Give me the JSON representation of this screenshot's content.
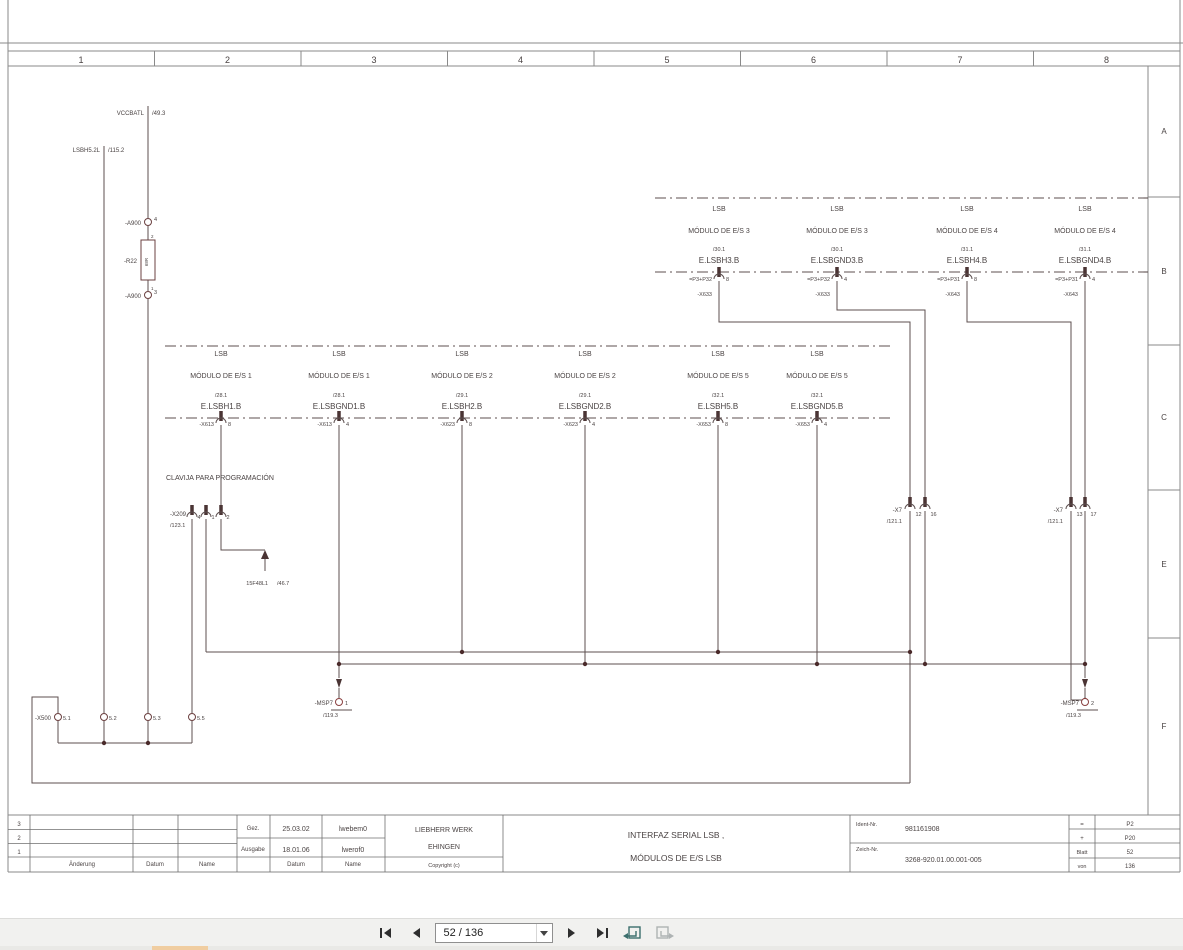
{
  "sheet": {
    "columns": [
      "1",
      "2",
      "3",
      "4",
      "5",
      "6",
      "7",
      "8"
    ],
    "rows": [
      "A",
      "B",
      "C",
      "E",
      "F"
    ]
  },
  "signals": {
    "vccbatl": {
      "label": "VCCBATL",
      "ref": "/49.3"
    },
    "lsbh52l": {
      "label": "LSBH5.2L",
      "ref": "/115.2"
    }
  },
  "a900_top": {
    "name": "-A900",
    "pin": "4"
  },
  "a900_bottom": {
    "name": "-A900",
    "pin": "3"
  },
  "r22": {
    "name": "-R22",
    "value": "68R",
    "pin_top": "2",
    "pin_bottom": "1"
  },
  "clavija": {
    "title": "CLAVIJA PARA PROGRAMACIÓN",
    "conn": "-X209",
    "ref": "/123.1",
    "pins": [
      "4",
      "1",
      "2"
    ],
    "arrow_signal": "15F48L1",
    "arrow_ref": "/46.7"
  },
  "modules_top": [
    {
      "bus": "LSB",
      "name": "MÓDULO DE E/S 3",
      "ref": "/30.1",
      "signal": "E.LSBH3.B",
      "loc": "=P3+P32",
      "conn": "-X633",
      "pin": "8"
    },
    {
      "bus": "LSB",
      "name": "MÓDULO DE E/S 3",
      "ref": "/30.1",
      "signal": "E.LSBGND3.B",
      "loc": "=P3+P32",
      "conn": "-X633",
      "pin": "4"
    },
    {
      "bus": "LSB",
      "name": "MÓDULO DE E/S 4",
      "ref": "/31.1",
      "signal": "E.LSBH4.B",
      "loc": "=P3+P31",
      "conn": "-X643",
      "pin": "8"
    },
    {
      "bus": "LSB",
      "name": "MÓDULO DE E/S 4",
      "ref": "/31.1",
      "signal": "E.LSBGND4.B",
      "loc": "=P3+P31",
      "conn": "-X643",
      "pin": "4"
    }
  ],
  "modules_mid": [
    {
      "bus": "LSB",
      "name": "MÓDULO DE E/S 1",
      "ref": "/28.1",
      "signal": "E.LSBH1.B",
      "conn": "-X613",
      "pin": "8"
    },
    {
      "bus": "LSB",
      "name": "MÓDULO DE E/S 1",
      "ref": "/28.1",
      "signal": "E.LSBGND1.B",
      "conn": "-X613",
      "pin": "4"
    },
    {
      "bus": "LSB",
      "name": "MÓDULO DE E/S 2",
      "ref": "/29.1",
      "signal": "E.LSBH2.B",
      "conn": "-X623",
      "pin": "8"
    },
    {
      "bus": "LSB",
      "name": "MÓDULO DE E/S 2",
      "ref": "/29.1",
      "signal": "E.LSBGND2.B",
      "conn": "-X623",
      "pin": "4"
    },
    {
      "bus": "LSB",
      "name": "MÓDULO DE E/S 5",
      "ref": "/32.1",
      "signal": "E.LSBH5.B",
      "conn": "-X653",
      "pin": "8"
    },
    {
      "bus": "LSB",
      "name": "MÓDULO DE E/S 5",
      "ref": "/32.1",
      "signal": "E.LSBGND5.B",
      "conn": "-X653",
      "pin": "4"
    }
  ],
  "x7_left": {
    "name": "-X7",
    "ref": "/121.1",
    "pin_a": "12",
    "pin_b": "16"
  },
  "x7_right": {
    "name": "-X7",
    "ref": "/121.1",
    "pin_a": "13",
    "pin_b": "17"
  },
  "msp7_left": {
    "name": "-MSP7",
    "pin": "1",
    "ref": "/119.3"
  },
  "msp7_right": {
    "name": "-MSP7",
    "pin": "2",
    "ref": "/119.3"
  },
  "x500": {
    "name": "-X500",
    "pins": [
      "5.1",
      "5.2",
      "5.3",
      "5.5"
    ]
  },
  "titleblock": {
    "revision_rows": [
      "3",
      "2",
      "1"
    ],
    "aenderung": "Änderung",
    "datum": "Datum",
    "name": "Name",
    "gez_label": "Gez.",
    "gez_date": "25.03.02",
    "gez_name": "lwebem0",
    "ausgabe_label": "Ausgabe",
    "ausgabe_date": "18.01.06",
    "ausgabe_name": "lwerof0",
    "datum_header": "Datum",
    "name_header": "Name",
    "company_line1": "LIEBHERR WERK",
    "company_line2": "EHINGEN",
    "copyright": "Copyright (c)",
    "title_line1": "INTERFAZ SERIAL LSB ,",
    "title_line2": "MÓDULOS DE E/S LSB",
    "ident_label": "Ident-Nr.",
    "ident_value": "981161908",
    "zeich_label": "Zeich-Nr.",
    "zeich_value": "3268-920.01.00.001-005",
    "eq_label": "=",
    "eq_value": "P2",
    "plus_label": "+",
    "plus_value": "P20",
    "blatt_label": "Blatt",
    "blatt_value": "52",
    "von_label": "von",
    "von_value": "136"
  },
  "toolbar": {
    "page_display": "52 / 136"
  },
  "colors": {
    "wire": "#5c4f4f",
    "junction": "#4a2a2a",
    "active_view_icon": "#3c6f6d",
    "strip_accent": "#f0cda0"
  }
}
